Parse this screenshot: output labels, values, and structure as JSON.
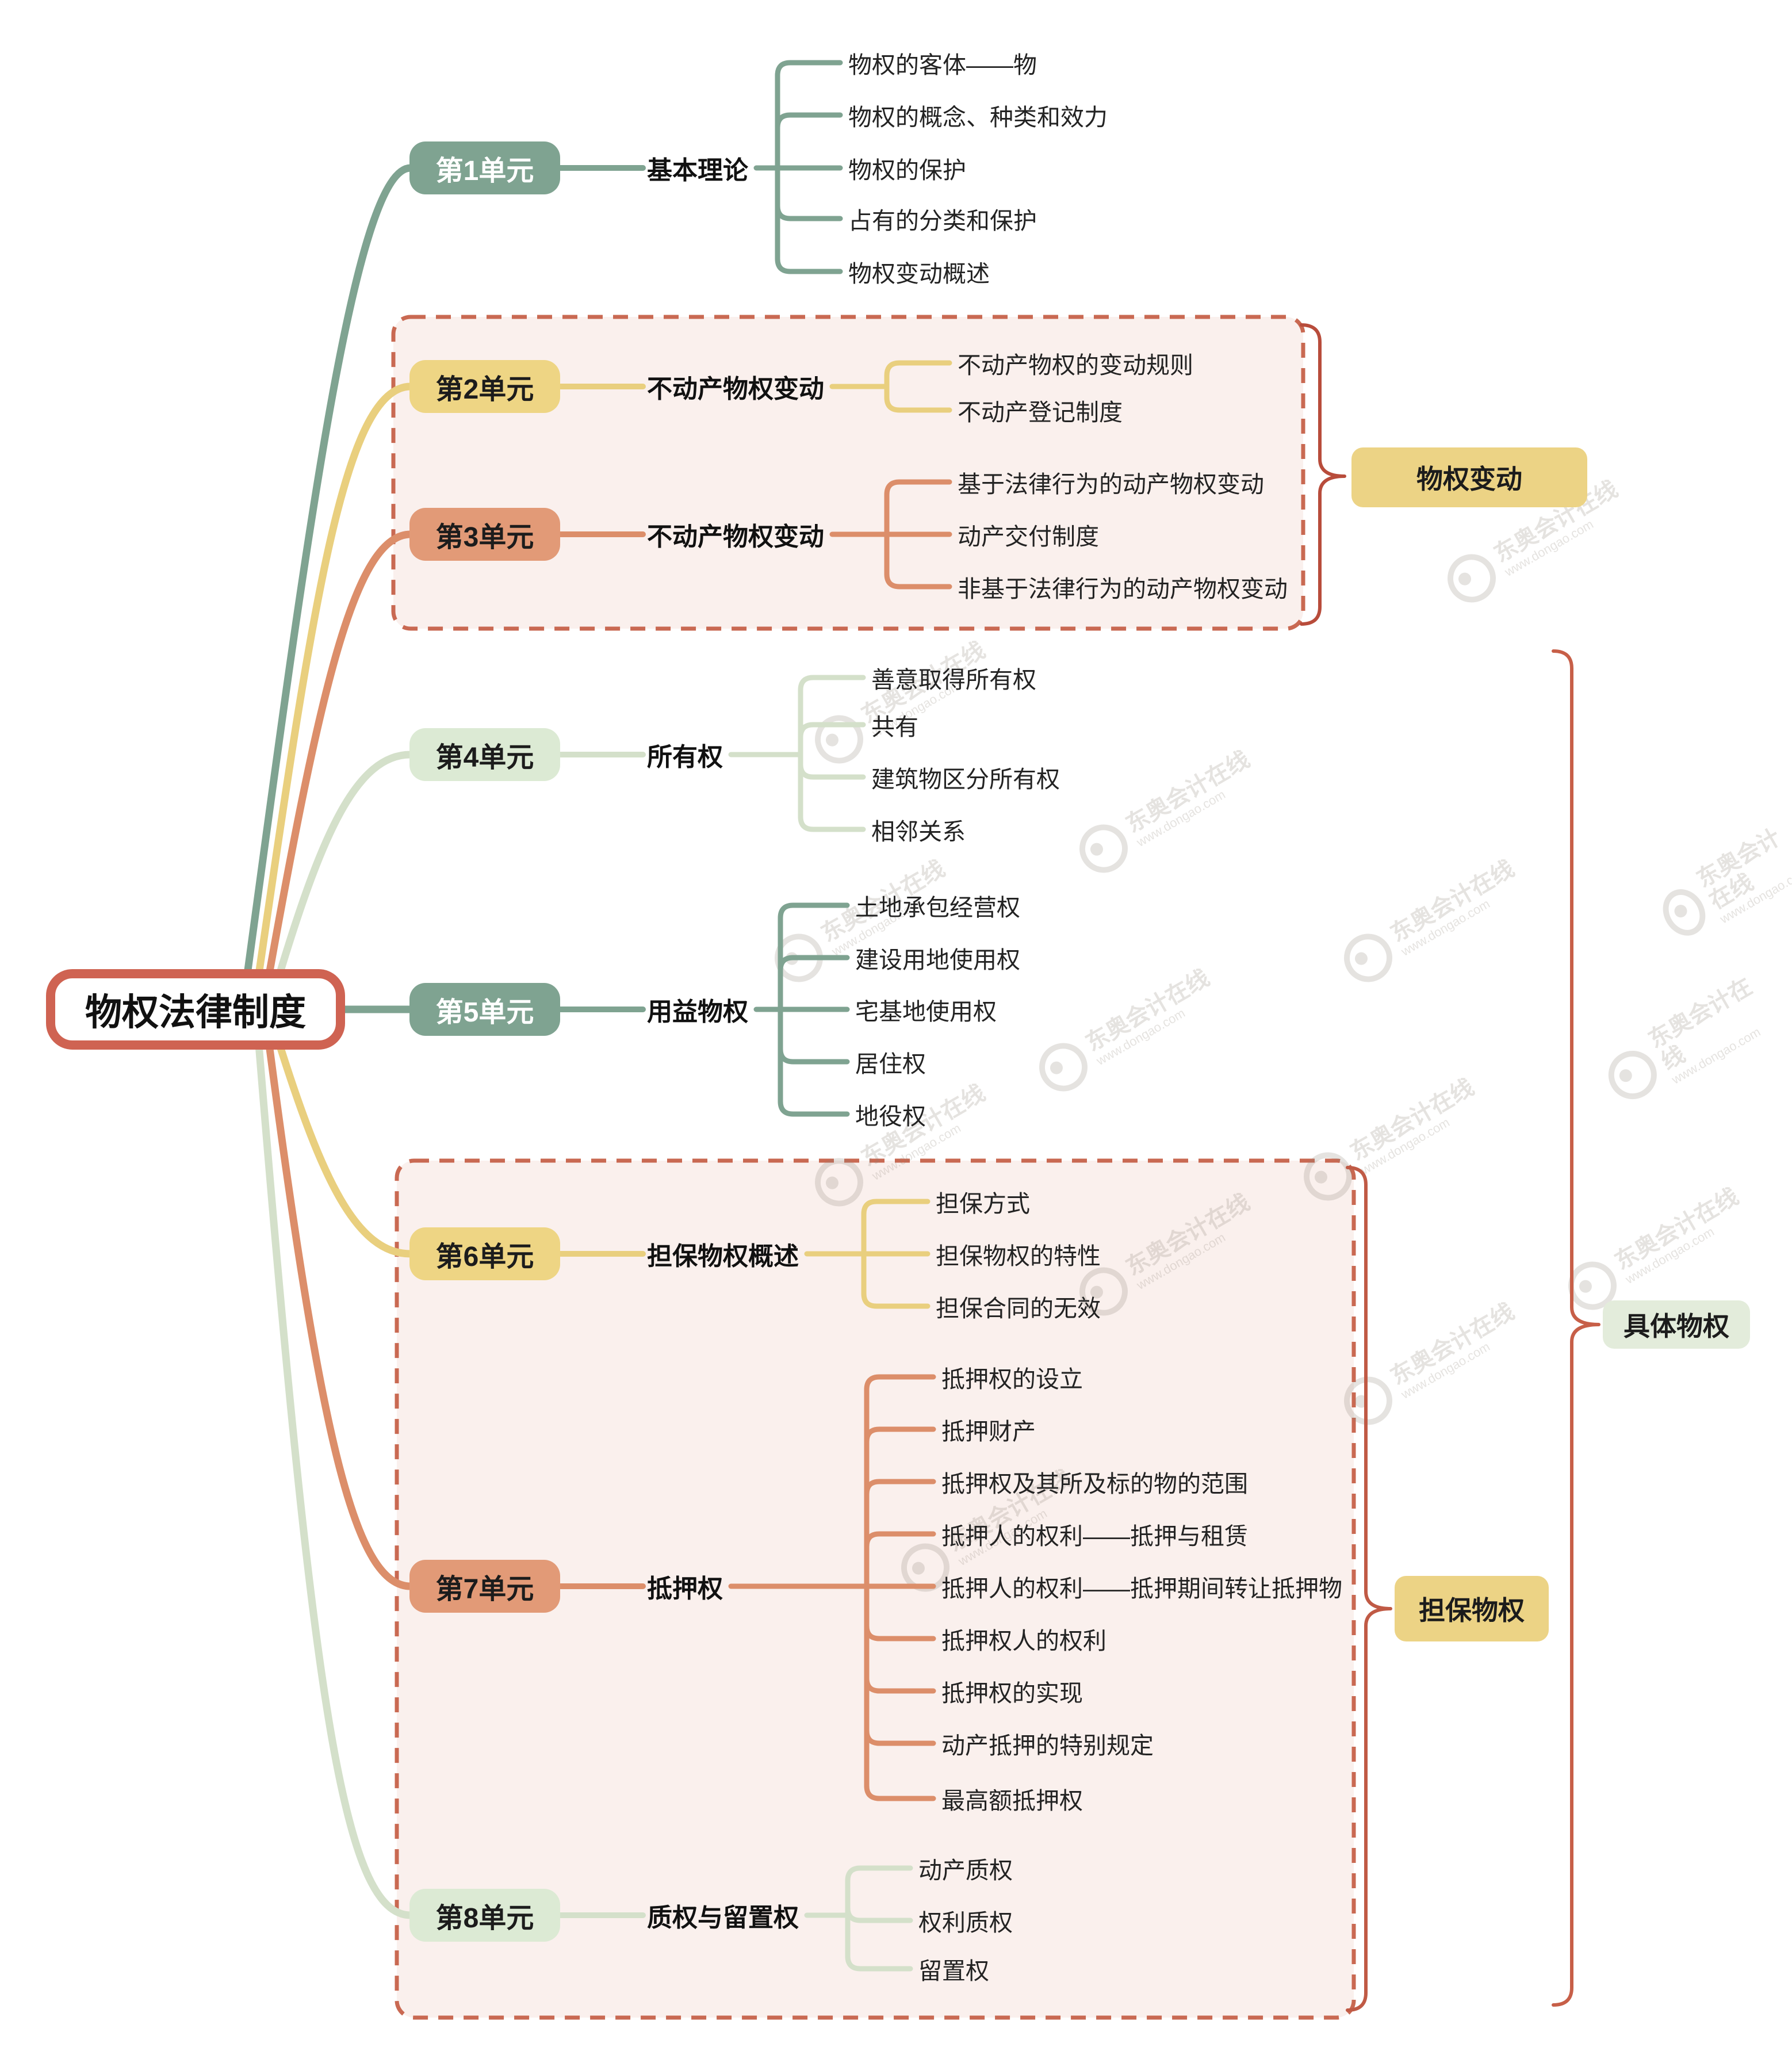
{
  "root": {
    "label": "物权法律制度"
  },
  "units": [
    {
      "badge": "第1单元",
      "topic": "基本理论",
      "scheme": "teal",
      "children": [
        "物权的客体——物",
        "物权的概念、种类和效力",
        "物权的保护",
        "占有的分类和保护",
        "物权变动概述"
      ]
    },
    {
      "badge": "第2单元",
      "topic": "不动产物权变动",
      "scheme": "yellow",
      "children": [
        "不动产物权的变动规则",
        "不动产登记制度"
      ]
    },
    {
      "badge": "第3单元",
      "topic": "不动产物权变动",
      "scheme": "salmon",
      "children": [
        "基于法律行为的动产物权变动",
        "动产交付制度",
        "非基于法律行为的动产物权变动"
      ]
    },
    {
      "badge": "第4单元",
      "topic": "所有权",
      "scheme": "pale",
      "children": [
        "善意取得所有权",
        "共有",
        "建筑物区分所有权",
        "相邻关系"
      ]
    },
    {
      "badge": "第5单元",
      "topic": "用益物权",
      "scheme": "teal",
      "children": [
        "土地承包经营权",
        "建设用地使用权",
        "宅基地使用权",
        "居住权",
        "地役权"
      ]
    },
    {
      "badge": "第6单元",
      "topic": "担保物权概述",
      "scheme": "yellow",
      "children": [
        "担保方式",
        "担保物权的特性",
        "担保合同的无效"
      ]
    },
    {
      "badge": "第7单元",
      "topic": "抵押权",
      "scheme": "salmon",
      "children": [
        "抵押权的设立",
        "抵押财产",
        "抵押权及其所及标的物的范围",
        "抵押人的权利——抵押与租赁",
        "抵押人的权利——抵押期间转让抵押物",
        "抵押权人的权利",
        "抵押权的实现",
        "动产抵押的特别规定",
        "最高额抵押权"
      ]
    },
    {
      "badge": "第8单元",
      "topic": "质权与留置权",
      "scheme": "pale",
      "children": [
        "动产质权",
        "权利质权",
        "留置权"
      ]
    }
  ],
  "groups": [
    {
      "label": "物权变动",
      "covers": [
        "第2单元",
        "第3单元"
      ]
    },
    {
      "label": "担保物权",
      "covers": [
        "第6单元",
        "第7单元",
        "第8单元"
      ]
    },
    {
      "label": "具体物权",
      "covers": [
        "第4单元",
        "第5单元",
        "第6单元",
        "第7单元",
        "第8单元"
      ]
    }
  ],
  "watermark": {
    "brand": "东奥会计在线",
    "site": "www.dongao.com"
  },
  "colors": {
    "teal": "#7fa391",
    "yellow_line": "#e9cf7e",
    "yellow_fill": "#eed584",
    "salmon_line": "#dc8e6a",
    "salmon_fill": "#e29a77",
    "pale_line": "#d4e0ca",
    "pale_fill": "#dcead4",
    "root_border": "#cf6352",
    "box_fill": "#faf0ed",
    "box_border": "#c96952",
    "group_label_yellow": "#ecd385",
    "group_label_green": "#e3ecdb",
    "brace_red": "#b84c3b",
    "text": "#232323"
  }
}
